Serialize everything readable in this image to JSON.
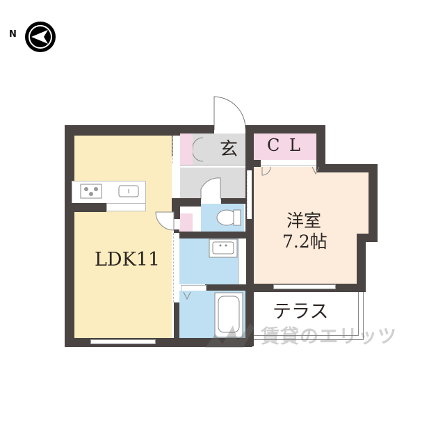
{
  "compass": {
    "label": "N",
    "direction": "west-pointing arrow"
  },
  "rooms": {
    "ldk": {
      "label": "LDK11",
      "color": "#fcedc0"
    },
    "yoshitsu": {
      "label_line1": "洋室",
      "label_line2": "7.2帖",
      "color": "#fdebdc"
    },
    "genkan": {
      "label": "玄",
      "color": "#dcdcdc"
    },
    "closet": {
      "label": "C L",
      "color": "#f6d7e6"
    },
    "terrace": {
      "label": "テラス"
    },
    "toilet": {
      "color": "#bfe0f3"
    },
    "washroom": {
      "color": "#bfe0f3"
    },
    "bath": {
      "color": "#bfe0f3"
    }
  },
  "colors": {
    "wall": "#4a4543"
  },
  "watermark": {
    "text": "賃貸のエリッツ"
  }
}
